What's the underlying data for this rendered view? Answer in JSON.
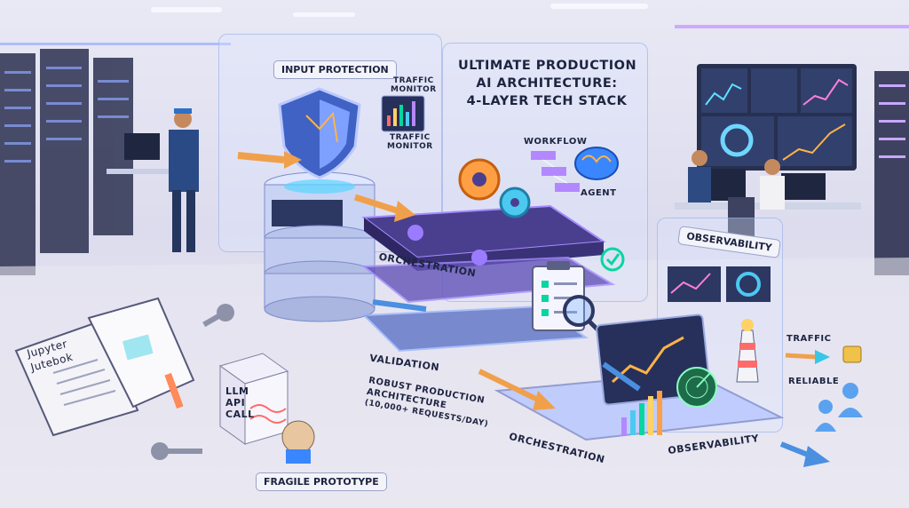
{
  "title": {
    "line1": "ULTIMATE PRODUCTION",
    "line2": "AI ARCHITECTURE:",
    "line3": "4-LAYER TECH STACK"
  },
  "labels": {
    "input_protection": "INPUT PROTECTION",
    "traffic_monitor_line1": "TRAFFIC",
    "traffic_monitor_line2": "MONITOR",
    "traffic_monitor_b_line1": "TRAFFIC",
    "traffic_monitor_b_line2": "MONITOR",
    "workflow": "WORKFLOW",
    "agent": "AGENT",
    "orchestration_top": "ORCHESTRATION",
    "observability_top": "OBSERVABILITY",
    "validation": "VALIDATION",
    "robust_line1": "ROBUST PRODUCTION",
    "robust_line2": "ARCHITECTURE",
    "robust_line3": "(10,000+ REQUESTS/DAY)",
    "orchestration_bottom": "ORCHESTRATION",
    "observability_bottom": "OBSERVABILITY",
    "traffic": "TRAFFIC",
    "reliable": "RELIABLE",
    "jupyter_line1": "Jupyter",
    "jupyter_line2": "Jutebok",
    "llm_line1": "LLM",
    "llm_line2": "API",
    "llm_line3": "CALL",
    "fragile": "FRAGILE PROTOTYPE"
  },
  "icons": [
    "shield-icon",
    "gear-icon",
    "brain-icon",
    "clipboard-icon",
    "magnifier-icon",
    "radar-icon",
    "lighthouse-icon",
    "key-icon",
    "person-icon",
    "check-icon"
  ],
  "colors": {
    "accent_purple": "#7b5cd6",
    "accent_cyan": "#37c6e8",
    "arrow_orange": "#f0a04b",
    "arrow_blue": "#4a8fe0",
    "text_dark": "#1d2440"
  }
}
